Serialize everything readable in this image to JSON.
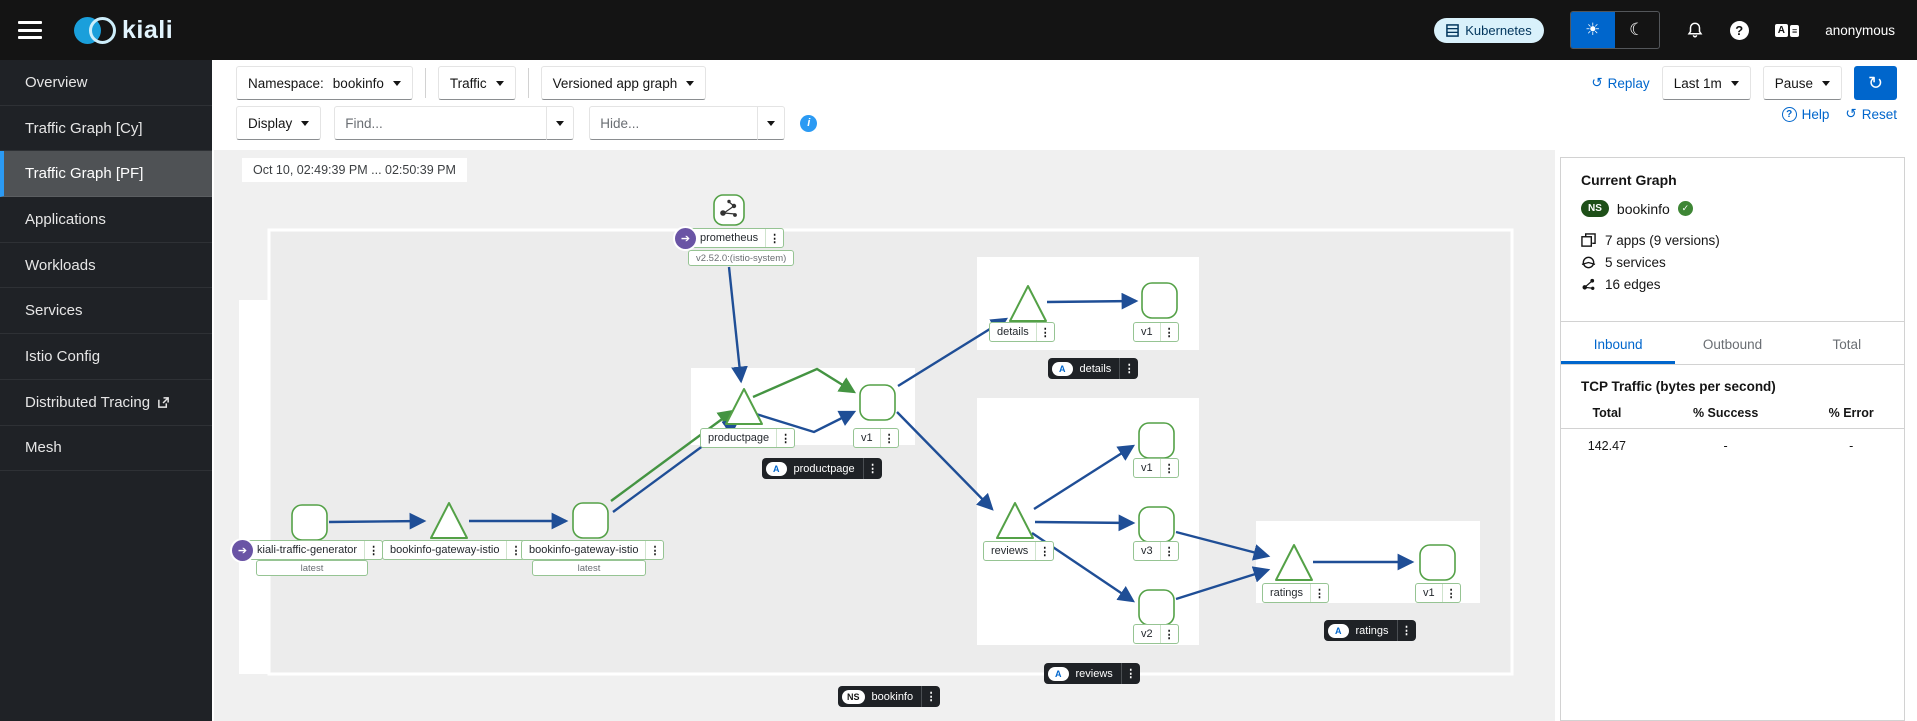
{
  "masthead": {
    "brand": "kiali",
    "kubernetes_badge": "Kubernetes",
    "username": "anonymous"
  },
  "sidebar": {
    "items": [
      {
        "label": "Overview"
      },
      {
        "label": "Traffic Graph [Cy]"
      },
      {
        "label": "Traffic Graph [PF]",
        "selected": true
      },
      {
        "label": "Applications"
      },
      {
        "label": "Workloads"
      },
      {
        "label": "Services"
      },
      {
        "label": "Istio Config"
      },
      {
        "label": "Distributed Tracing",
        "external": true
      },
      {
        "label": "Mesh"
      }
    ]
  },
  "toolbar": {
    "namespace_label": "Namespace:",
    "namespace_value": "bookinfo",
    "traffic_label": "Traffic",
    "graph_type": "Versioned app graph",
    "replay": "Replay",
    "interval": "Last 1m",
    "refresh_mode": "Pause",
    "display": "Display",
    "find_placeholder": "Find...",
    "hide_placeholder": "Hide...",
    "help": "Help",
    "reset": "Reset"
  },
  "graph": {
    "timestamp": "Oct 10, 02:49:39 PM ... 02:50:39 PM",
    "labels": {
      "prometheus": "prometheus",
      "prometheus_version": "v2.52.0:(istio-system)",
      "details_service": "details",
      "details_v1": "v1",
      "productpage_service": "productpage",
      "productpage_v1": "v1",
      "reviews_service": "reviews",
      "reviews_v1": "v1",
      "reviews_v3": "v3",
      "reviews_v2": "v2",
      "ratings_service": "ratings",
      "ratings_v1": "v1",
      "traffic_generator": "kiali-traffic-generator",
      "traffic_generator_version": "latest",
      "gateway_service": "bookinfo-gateway-istio",
      "gateway_workload": "bookinfo-gateway-istio",
      "gateway_workload_version": "latest"
    },
    "badges": {
      "app_letter": "A",
      "ns_letter": "NS",
      "details": "details",
      "productpage": "productpage",
      "ratings": "ratings",
      "reviews": "reviews",
      "namespace": "bookinfo"
    }
  },
  "summary": {
    "title": "Current Graph",
    "ns_badge": "NS",
    "namespace": "bookinfo",
    "stats": [
      "7 apps (9 versions)",
      "5 services",
      "16 edges"
    ],
    "tabs": [
      {
        "label": "Inbound",
        "active": true
      },
      {
        "label": "Outbound"
      },
      {
        "label": "Total"
      }
    ],
    "tcp_title": "TCP Traffic (bytes per second)",
    "table": {
      "headers": [
        "Total",
        "% Success",
        "% Error"
      ],
      "rows": [
        [
          "142.47",
          "-",
          "-"
        ]
      ]
    }
  }
}
